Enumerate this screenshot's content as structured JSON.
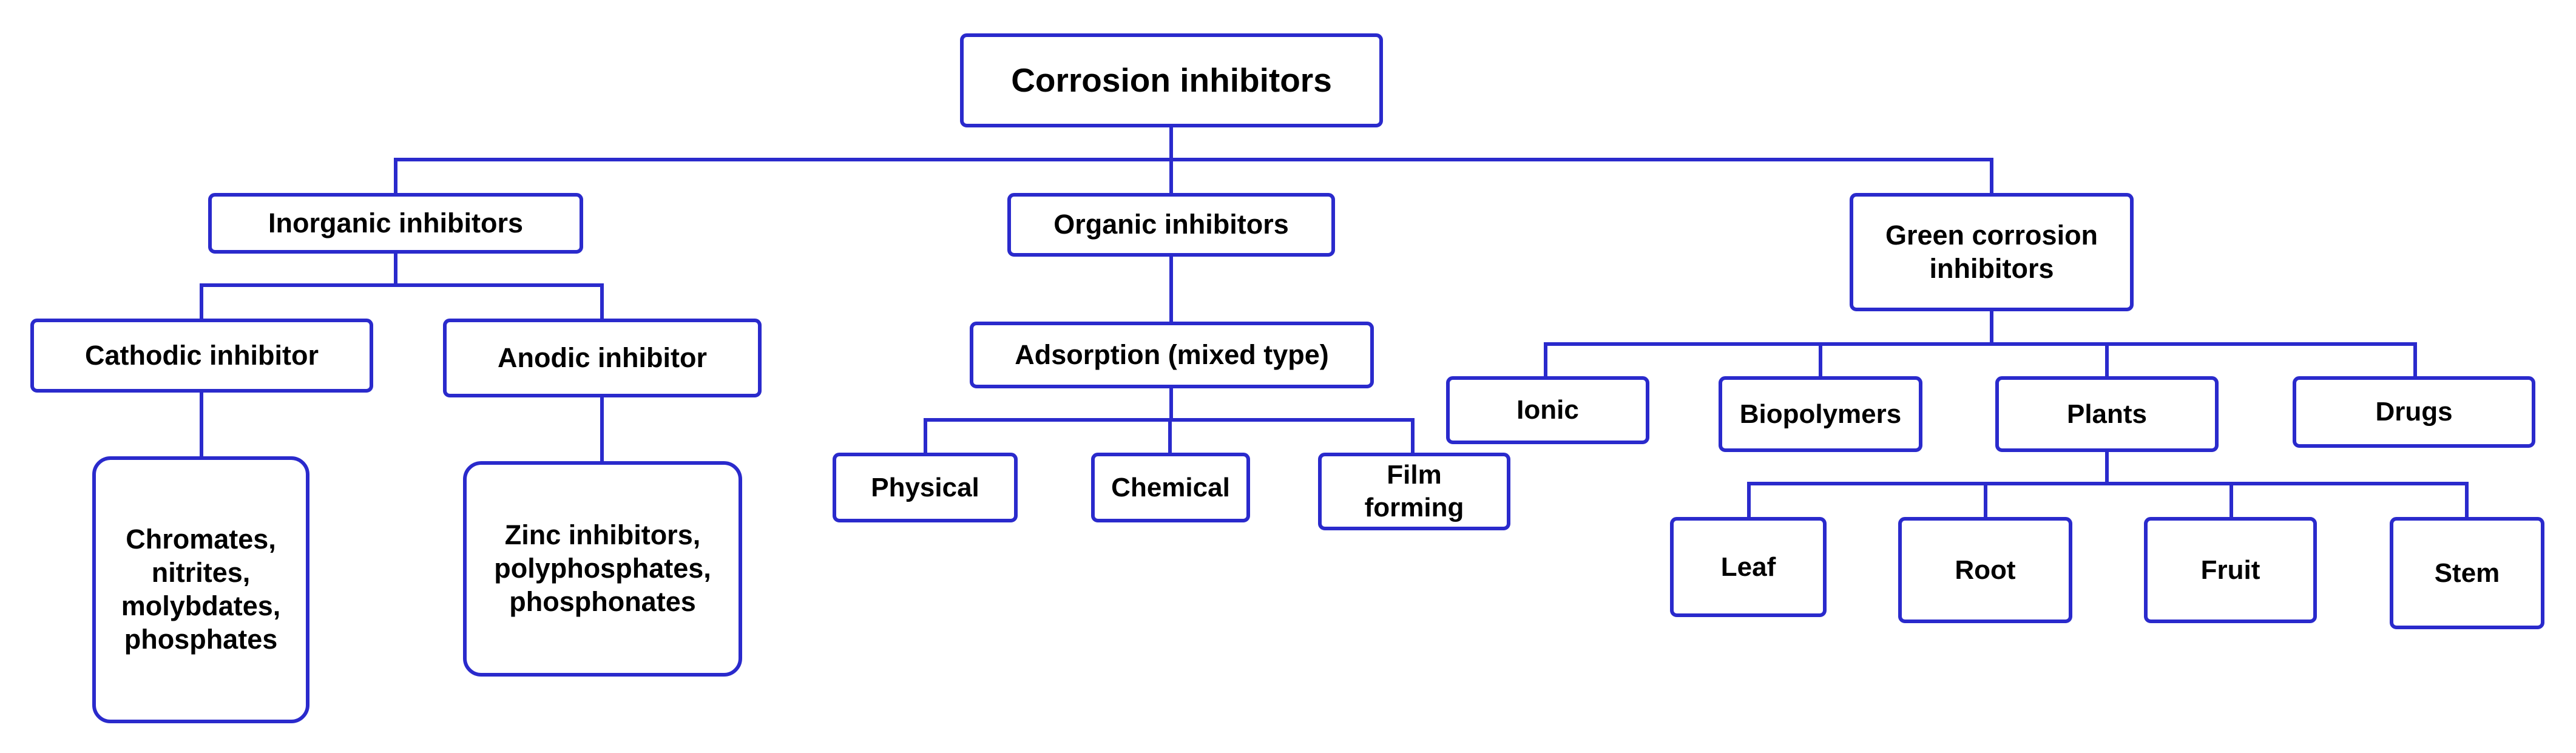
{
  "colors": {
    "accent": "#2a2acc",
    "text": "#000000",
    "background": "#ffffff"
  },
  "diagram": {
    "root": "Corrosion inhibitors",
    "level1": {
      "inorganic": "Inorganic inhibitors",
      "organic": "Organic inhibitors",
      "green": "Green corrosion\ninhibitors"
    },
    "inorganic_children": {
      "cathodic": "Cathodic inhibitor",
      "anodic": "Anodic inhibitor",
      "cathodic_examples": "Chromates,\nnitrites,\nmolybdates,\nphosphates",
      "anodic_examples": "Zinc inhibitors,\npolyphosphates,\nphosphonates"
    },
    "organic_children": {
      "adsorption": "Adsorption (mixed type)",
      "physical": "Physical",
      "chemical": "Chemical",
      "film_forming": "Film\nforming"
    },
    "green_children": {
      "ionic": "Ionic",
      "biopolymers": "Biopolymers",
      "plants": "Plants",
      "drugs": "Drugs"
    },
    "plant_parts": {
      "leaf": "Leaf",
      "root": "Root",
      "fruit": "Fruit",
      "stem": "Stem"
    }
  }
}
